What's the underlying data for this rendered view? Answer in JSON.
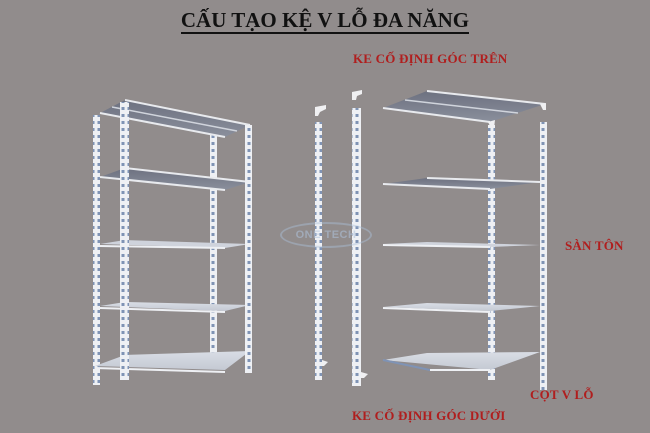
{
  "title": "CẤU TẠO KỆ V LỖ ĐA NĂNG",
  "labels": {
    "top_bracket": "KE CỐ ĐỊNH GÓC TRÊN",
    "shelf_panel": "SÀN TÔN",
    "post": "CỘT V LỖ",
    "bottom_bracket": "KE CỐ ĐỊNH GÓC DƯỚI"
  },
  "watermark": "ONE TECH",
  "colors": {
    "background": "#918c8c",
    "title": "#111111",
    "label": "#b01e1e",
    "steel": "#e8eaee",
    "steel_shadow": "#7f93b5"
  },
  "diagram": {
    "assembled_shelf_levels": 5,
    "exploded_shelf_levels": 5
  }
}
